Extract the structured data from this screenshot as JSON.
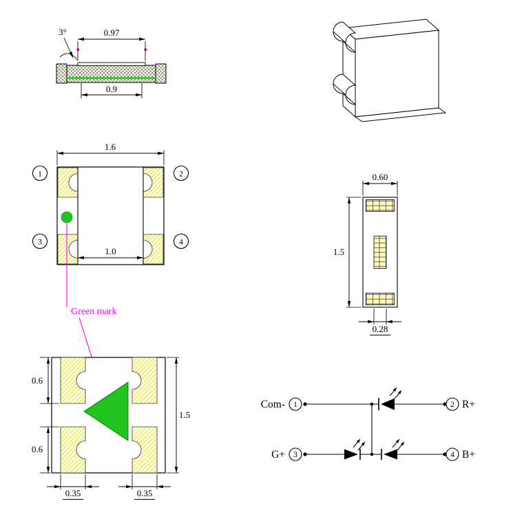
{
  "drawing": {
    "side_view": {
      "angle_label": "3°",
      "top_width": "0.97",
      "bottom_width": "0.9"
    },
    "top_view": {
      "overall_width": "1.6",
      "body_width": "1.0",
      "pin1": "1",
      "pin2": "2",
      "pin3": "3",
      "pin4": "4",
      "green_mark_label": "Green mark"
    },
    "end_view": {
      "width": "0.60",
      "height": "1.5",
      "terminal_width": "0.28"
    },
    "bottom_view": {
      "pad_height_top": "0.6",
      "pad_height_bottom": "0.6",
      "height": "1.5",
      "pad_width_left": "0.35",
      "pad_width_right": "0.35"
    },
    "schematic": {
      "common_label": "Com-",
      "pin1": "1",
      "pin2": "2",
      "pin3": "3",
      "pin4": "4",
      "red_label": "R+",
      "green_label": "G+",
      "blue_label": "B+"
    }
  },
  "colors": {
    "green": "#1FC41F",
    "magenta": "#FF00FF"
  }
}
